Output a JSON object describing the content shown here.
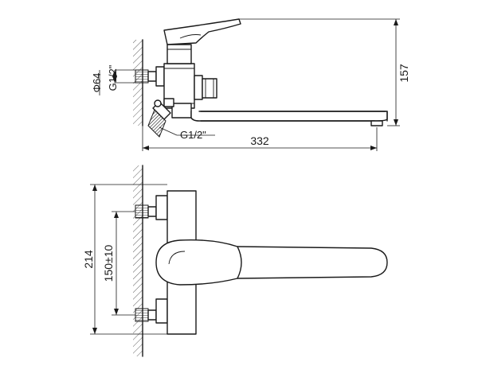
{
  "dimensions": {
    "overall_length": "332",
    "overall_height": "157",
    "wall_flange_diameter": "Φ64",
    "inlet_thread": "G1/2\"",
    "shower_outlet_thread": "G1/2\"",
    "body_height": "214",
    "inlet_spacing": "150±10"
  }
}
